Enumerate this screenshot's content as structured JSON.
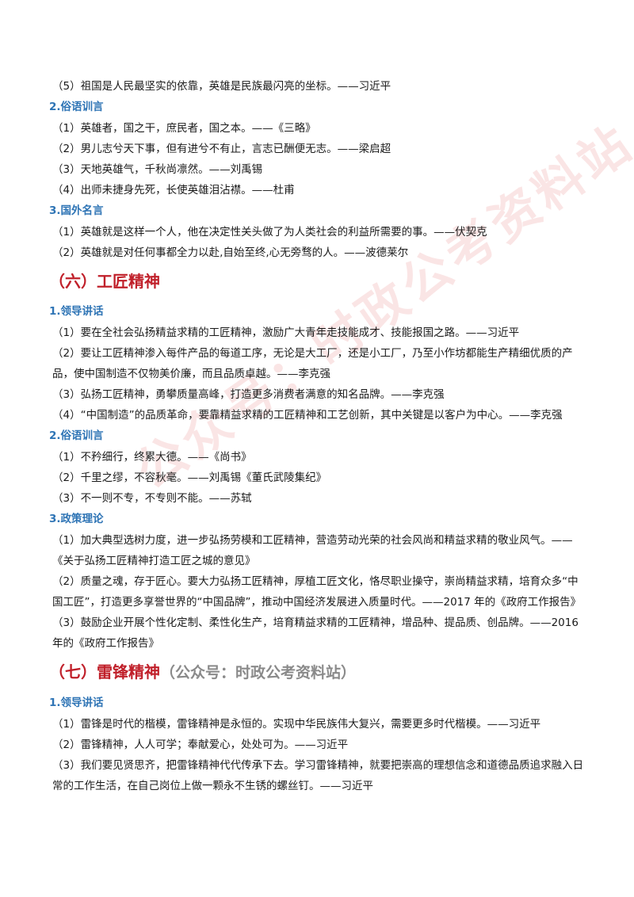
{
  "top_items": [
    "（5）祖国是人民最坚实的依靠，英雄是民族最闪亮的坐标。——习近平"
  ],
  "block1": {
    "sub2_title": "2.俗语训言",
    "sub2_items": [
      "（1）英雄者，国之干，庶民者，国之本。——《三略》",
      "（2）男儿志兮天下事，但有进兮不有止，言志已酬便无志。——梁启超",
      "（3）天地英雄气，千秋尚凛然。——刘禹锡",
      "（4）出师未捷身先死，长使英雄泪沾襟。——杜甫"
    ],
    "sub3_title": "3.国外名言",
    "sub3_items": [
      "（1）英雄就是这样一个人，他在决定性关头做了为人类社会的利益所需要的事。——伏契克",
      "（2）英雄就是对任何事都全力以赴,自始至终,心无旁骛的人。——波德莱尔"
    ]
  },
  "section6": {
    "title": "（六）工匠精神",
    "sub1_title": "1.领导讲话",
    "sub1_items": [
      "（1）要在全社会弘扬精益求精的工匠精神，激励广大青年走技能成才、技能报国之路。——习近平",
      "（2）要让工匠精神渗入每件产品的每道工序，无论是大工厂，还是小工厂，乃至小作坊都能生产精细优质的产品，使中国制造不仅物美价廉，而且品质卓越。——李克强",
      "（3）弘扬工匠精神，勇攀质量高峰，打造更多消费者满意的知名品牌。——李克强",
      "（4）“中国制造”的品质革命，要靠精益求精的工匠精神和工艺创新，其中关键是以客户为中心。——李克强"
    ],
    "sub2_title": "2.俗语训言",
    "sub2_items": [
      "（1）不矜细行，终累大德。——《尚书》",
      "（2）千里之缪，不容秋毫。——刘禹锡《董氏武陵集纪》",
      "（3）不一则不专，不专则不能。——苏轼"
    ],
    "sub3_title": "3.政策理论",
    "sub3_items": [
      "（1）加大典型选树力度，进一步弘扬劳模和工匠精神，营造劳动光荣的社会风尚和精益求精的敬业风气。——《关于弘扬工匠精神打造工匠之城的意见》",
      "（2）质量之魂，存于匠心。要大力弘扬工匠精神，厚植工匠文化，恪尽职业操守，崇尚精益求精，培育众多“中国工匠”，打造更多享誉世界的“中国品牌”，推动中国经济发展进入质量时代。——2017 年的《政府工作报告》",
      "（3）鼓励企业开展个性化定制、柔性化生产，培育精益求精的工匠精神，增品种、提品质、创品牌。——2016 年的《政府工作报告》"
    ]
  },
  "section7": {
    "title": "（七）雷锋精神",
    "note": "（公众号：时政公考资料站）",
    "sub1_title": "1.领导讲话",
    "sub1_items": [
      "（1）雷锋是时代的楷模，雷锋精神是永恒的。实现中华民族伟大复兴，需要更多时代楷模。——习近平",
      "（2）雷锋精神，人人可学；奉献爱心，处处可为。——习近平",
      "（3）我们要见贤思齐，把雷锋精神代代传承下去。学习雷锋精神，就要把崇高的理想信念和道德品质追求融入日常的工作生活，在自己岗位上做一颗永不生锈的螺丝钉。——习近平"
    ]
  },
  "watermark": "公众号：时政公考资料站"
}
